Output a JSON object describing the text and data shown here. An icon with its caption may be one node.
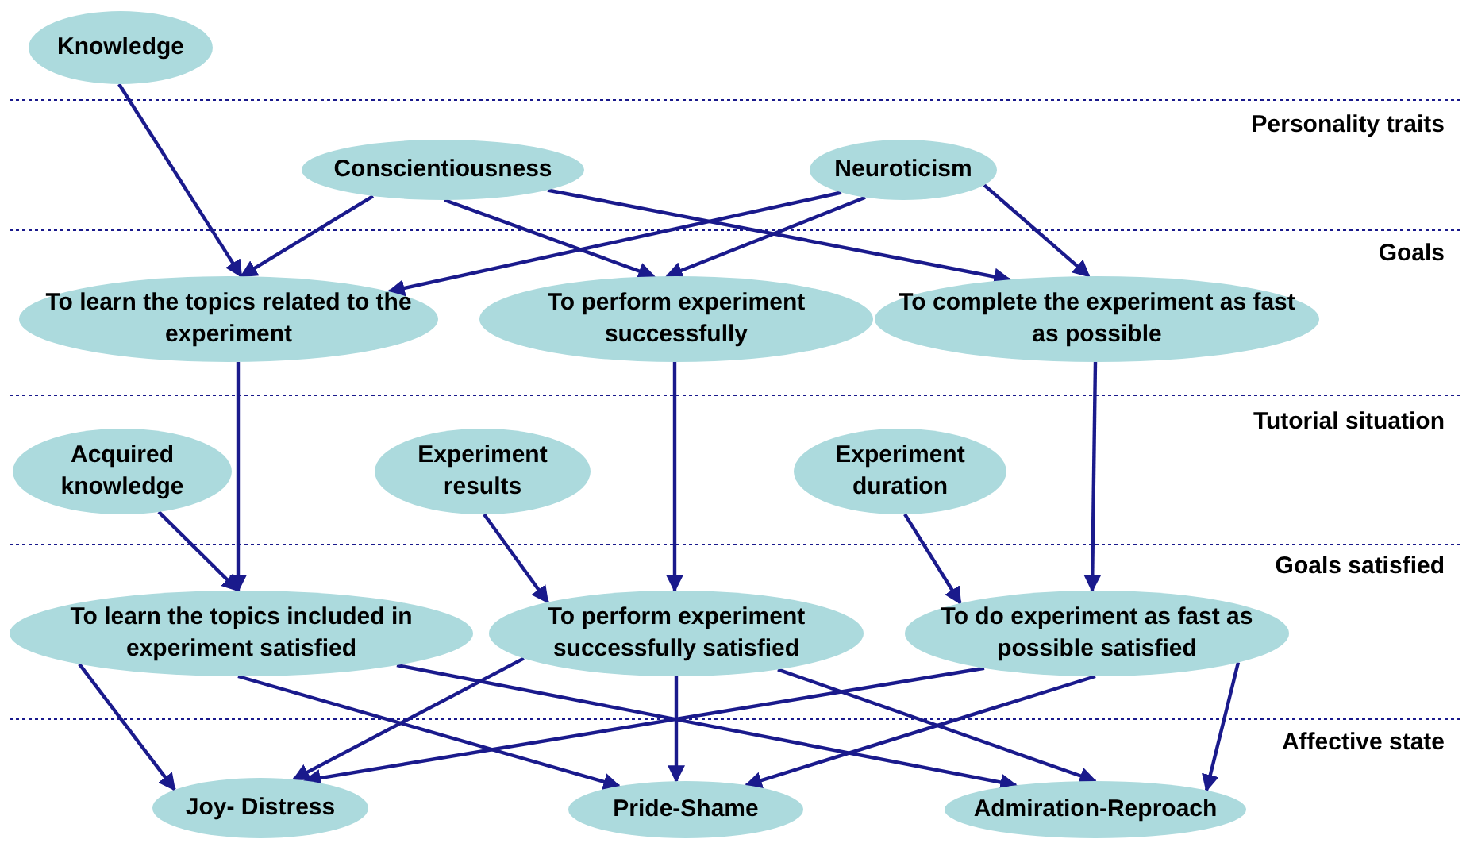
{
  "diagram": {
    "nodes": [
      {
        "text": [
          "Knowledge"
        ]
      },
      {
        "text": [
          "Conscientiousness"
        ]
      },
      {
        "text": [
          "Neuroticism"
        ]
      },
      {
        "text": [
          "To learn the topics related to the experiment"
        ]
      },
      {
        "text": [
          "To perform experiment successfully"
        ]
      },
      {
        "text": [
          "To complete the experiment as fast as possible"
        ]
      },
      {
        "text": [
          "Acquired knowledge"
        ]
      },
      {
        "text": [
          "Experiment results"
        ]
      },
      {
        "text": [
          "Experiment duration"
        ]
      },
      {
        "text": [
          "To learn the topics included in experiment satisfied"
        ]
      },
      {
        "text": [
          "To perform experiment successfully satisfied"
        ]
      },
      {
        "text": [
          "To do experiment as fast as possible satisfied"
        ]
      },
      {
        "text": [
          "Joy- Distress"
        ]
      },
      {
        "text": [
          "Pride-Shame"
        ]
      },
      {
        "text": [
          "Admiration-Reproach"
        ]
      }
    ],
    "edges": [
      {
        "from": 0,
        "to": 3,
        "arrow": "to"
      },
      {
        "from": 1,
        "to": 3,
        "arrow": "to"
      },
      {
        "from": 1,
        "to": 4,
        "arrow": "to"
      },
      {
        "from": 1,
        "to": 5,
        "arrow": "to"
      },
      {
        "from": 2,
        "to": 3,
        "arrow": "to"
      },
      {
        "from": 2,
        "to": 4,
        "arrow": "to"
      },
      {
        "from": 2,
        "to": 5,
        "arrow": "to"
      },
      {
        "from": 3,
        "to": 9,
        "arrow": "to"
      },
      {
        "from": 4,
        "to": 10,
        "arrow": "to"
      },
      {
        "from": 5,
        "to": 11,
        "arrow": "to"
      },
      {
        "from": 6,
        "to": 9,
        "arrow": "to"
      },
      {
        "from": 7,
        "to": 10,
        "arrow": "to"
      },
      {
        "from": 8,
        "to": 11,
        "arrow": "to"
      },
      {
        "from": 9,
        "to": 12,
        "arrow": "to"
      },
      {
        "from": 9,
        "to": 13,
        "arrow": "to"
      },
      {
        "from": 9,
        "to": 14,
        "arrow": "to"
      },
      {
        "from": 10,
        "to": 12,
        "arrow": "to"
      },
      {
        "from": 10,
        "to": 13,
        "arrow": "to"
      },
      {
        "from": 10,
        "to": 14,
        "arrow": "to"
      },
      {
        "from": 11,
        "to": 12,
        "arrow": "to"
      },
      {
        "from": 11,
        "to": 13,
        "arrow": "to"
      },
      {
        "from": 11,
        "to": 14,
        "arrow": "to"
      }
    ],
    "labels": [
      "Personality traits",
      "Goals",
      "Tutorial situation",
      "Goals satisfied",
      "Affective state"
    ]
  }
}
